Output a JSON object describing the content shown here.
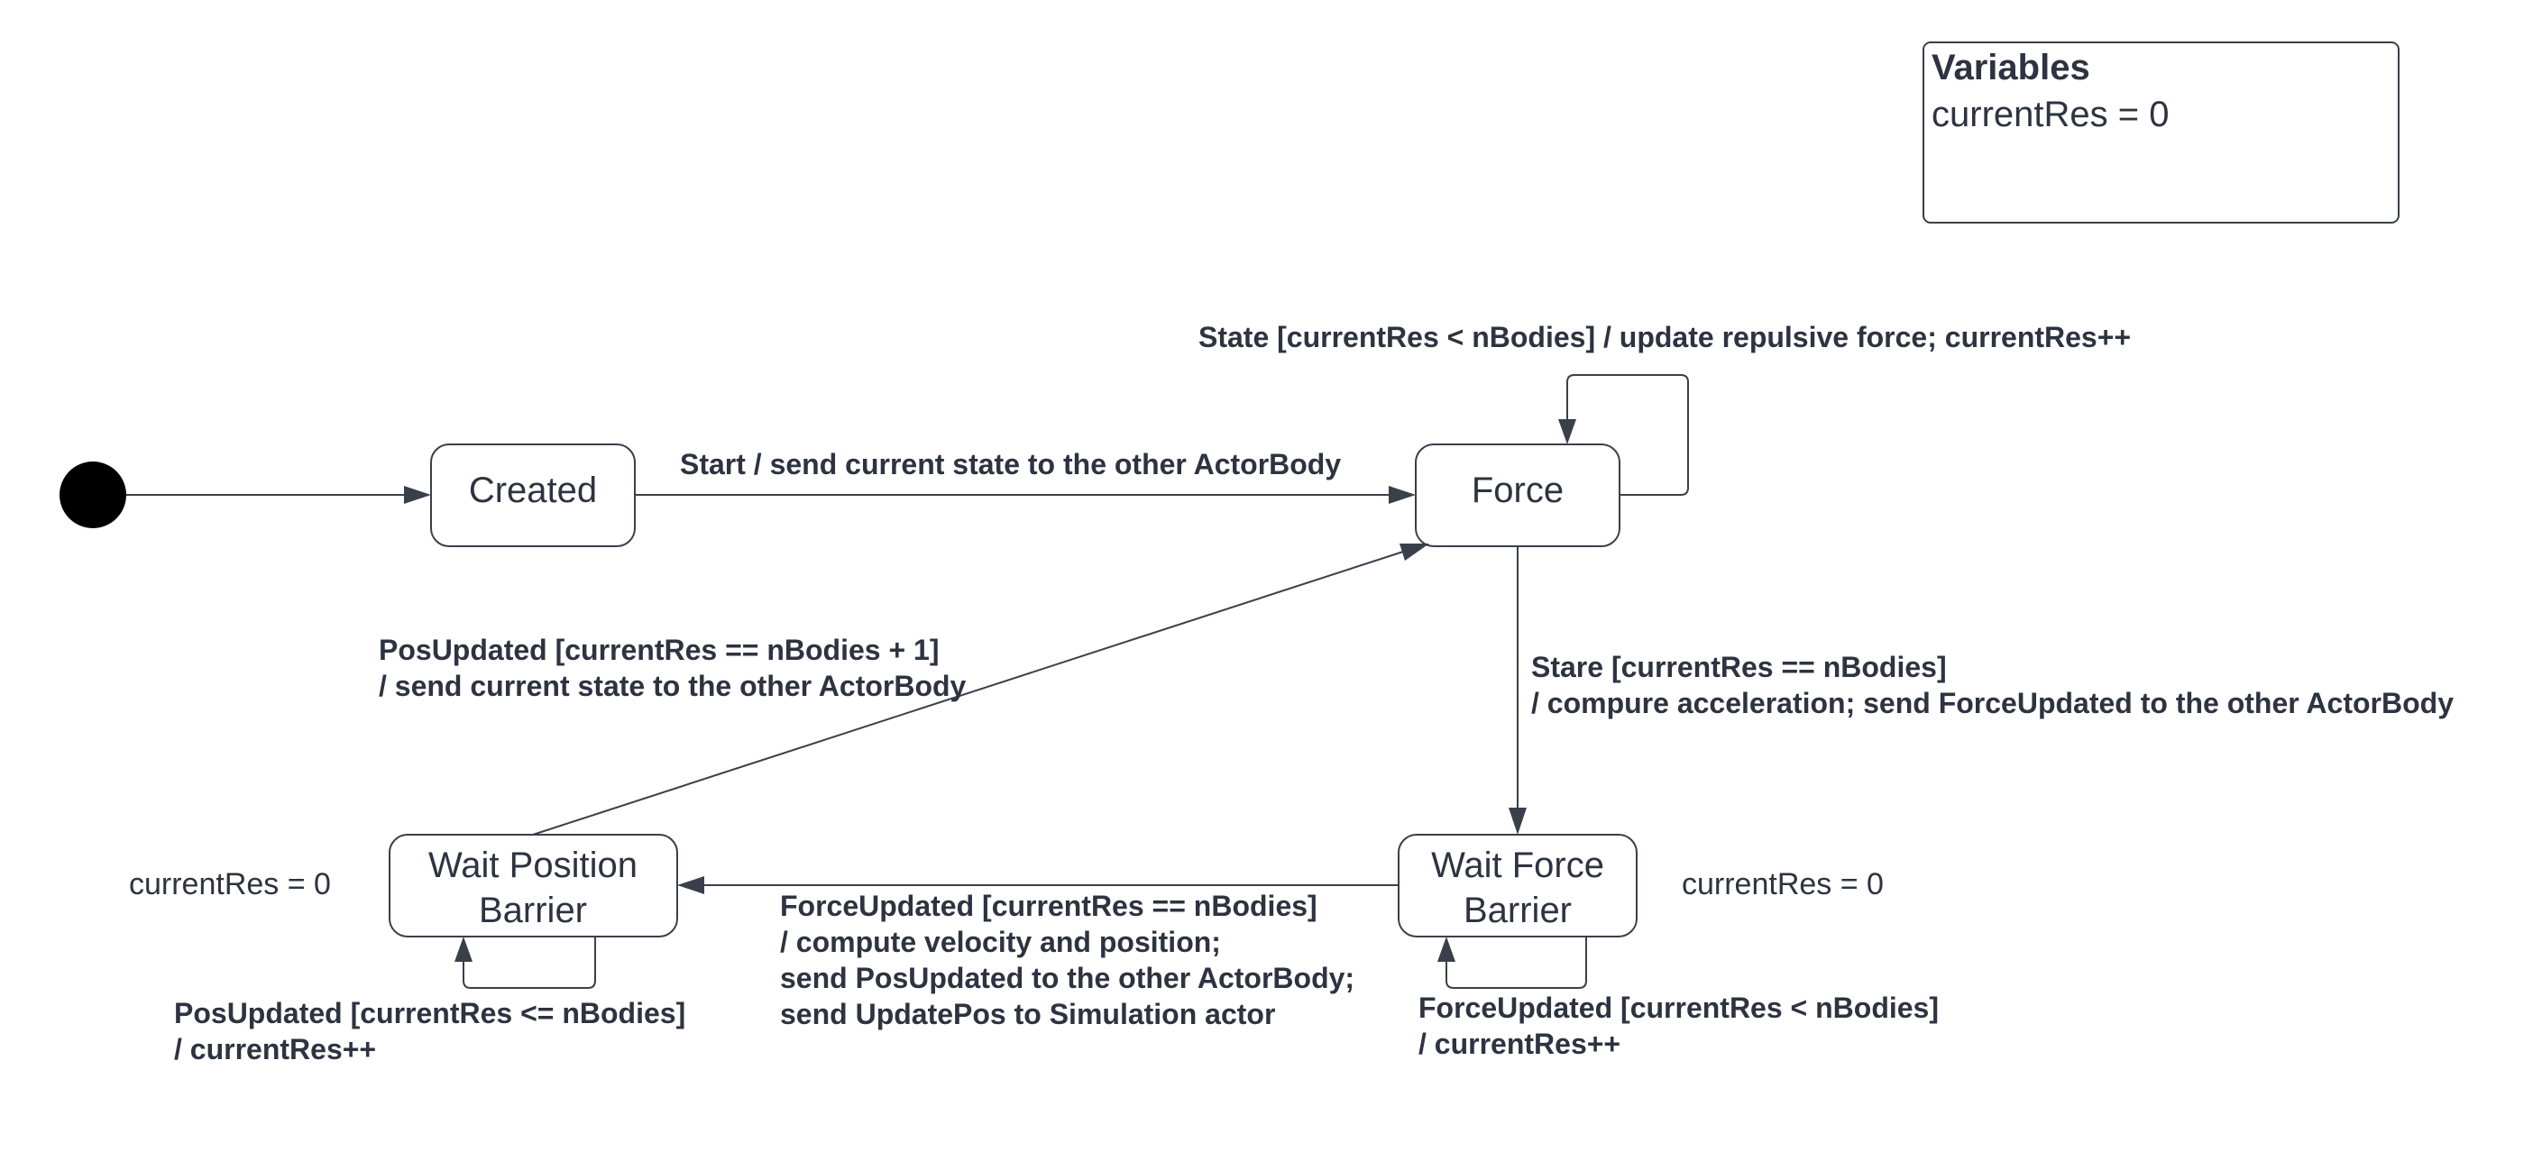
{
  "variables_box": {
    "title": "Variables",
    "lines": [
      "currentRes = 0"
    ]
  },
  "states": {
    "created": "Created",
    "force": "Force",
    "wait_force_barrier": [
      "Wait Force",
      "Barrier"
    ],
    "wait_position_barrier": [
      "Wait Position",
      "Barrier"
    ]
  },
  "notes": {
    "wait_position_barrier": "currentRes = 0",
    "wait_force_barrier": "currentRes = 0"
  },
  "transitions": {
    "initial_to_created": "",
    "created_to_force": [
      "Start / send current state to the other ActorBody"
    ],
    "force_self_loop": [
      "State [currentRes < nBodies] / update repulsive force; currentRes++"
    ],
    "force_to_wait_force": [
      "Stare [currentRes == nBodies]",
      "/ compure acceleration; send ForceUpdated to the other ActorBody"
    ],
    "wait_force_self_loop": [
      "ForceUpdated [currentRes < nBodies]",
      "/ currentRes++"
    ],
    "wait_force_to_wait_position": [
      "ForceUpdated [currentRes == nBodies]",
      "/ compute velocity and position;",
      "send PosUpdated to the other ActorBody;",
      "send UpdatePos to Simulation actor"
    ],
    "wait_position_self_loop": [
      "PosUpdated [currentRes <= nBodies]",
      "/ currentRes++"
    ],
    "wait_position_to_force": [
      "PosUpdated [currentRes == nBodies + 1]",
      "/ send current state to the other ActorBody"
    ]
  },
  "colors": {
    "stroke": "#3a3f4b",
    "text": "#2d3340",
    "initial_node": "#000000",
    "background": "#ffffff"
  }
}
